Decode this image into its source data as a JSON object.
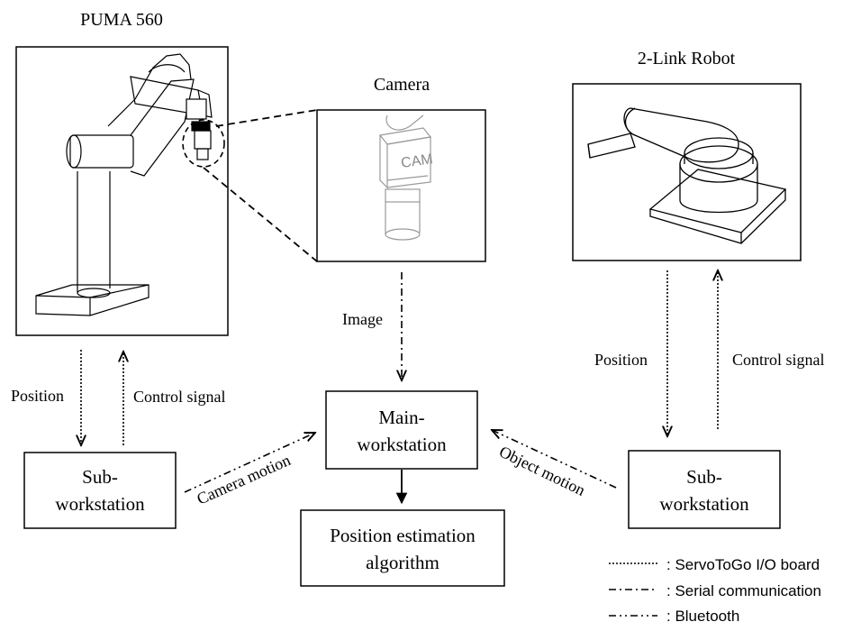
{
  "labels": {
    "puma": "PUMA 560",
    "camera": "Camera",
    "two_link": "2-Link Robot",
    "image": "Image",
    "position_left": "Position",
    "control_left": "Control signal",
    "position_right": "Position",
    "control_right": "Control signal",
    "camera_motion": "Camera motion",
    "object_motion": "Object motion",
    "cam_text": "CAM"
  },
  "boxes": {
    "main_line1": "Main-",
    "main_line2": "workstation",
    "sub_left_line1": "Sub-",
    "sub_left_line2": "workstation",
    "sub_right_line1": "Sub-",
    "sub_right_line2": "workstation",
    "estimation_line1": "Position estimation",
    "estimation_line2": "algorithm"
  },
  "legend": [
    {
      "style": "dotted",
      "text": ": ServoToGo  I/O board"
    },
    {
      "style": "dash-dot",
      "text": ": Serial communication"
    },
    {
      "style": "dash-dot-dot",
      "text": ": Bluetooth"
    }
  ]
}
